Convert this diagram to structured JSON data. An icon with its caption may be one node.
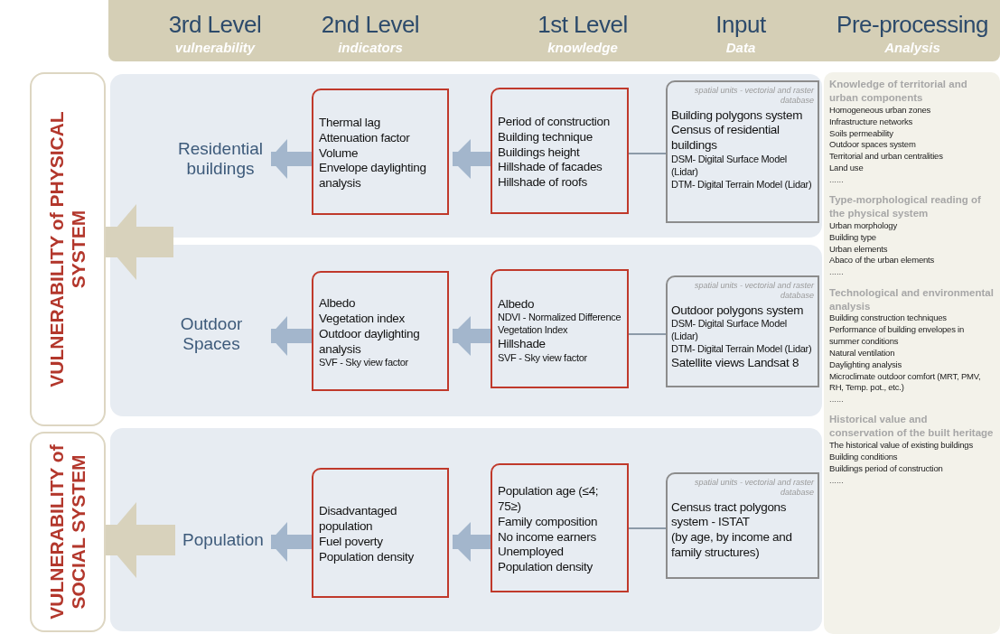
{
  "diagram": {
    "nodes": [
      {
        "text": [
          "VULNERABILITY of PHYSICAL SYSTEM"
        ]
      },
      {
        "text": [
          "VULNERABILITY of SOCIAL SYSTEM"
        ]
      },
      {
        "text": [],
        "shape": "box"
      },
      {
        "text": [],
        "shape": "box"
      },
      {
        "text": [],
        "shape": "box"
      },
      {
        "text": [
          "Residential buildings"
        ],
        "in": 2
      },
      {
        "text": [
          "Thermal lag",
          "Attenuation factor",
          "Volume",
          "Envelope daylighting analysis"
        ],
        "in": 2
      },
      {
        "text": [
          "Period of construction",
          "Building technique",
          "Buildings height",
          "Hillshade of facades",
          "Hillshade of roofs"
        ],
        "in": 2
      },
      {
        "text": [
          "spatial units - vectorial and raster database",
          "Building polygons system",
          "Census of residential buildings",
          "DSM- Digital Surface Model (Lidar)",
          "DTM- Digital Terrain Model (Lidar)"
        ],
        "in": 2
      },
      {
        "text": [
          "Outdoor Spaces"
        ],
        "in": 3
      },
      {
        "text": [
          "Albedo",
          "Vegetation index",
          "Outdoor daylighting analysis",
          "SVF - Sky view factor"
        ],
        "in": 3
      },
      {
        "text": [
          "Albedo",
          "NDVI - Normalized Difference Vegetation Index",
          "Hillshade",
          "SVF - Sky view factor"
        ],
        "in": 3
      },
      {
        "text": [
          "spatial units - vectorial and raster database",
          "Outdoor polygons system",
          "DSM- Digital Surface Model (Lidar)",
          "DTM- Digital Terrain Model (Lidar)",
          "Satellite views Landsat 8"
        ],
        "in": 3
      },
      {
        "text": [
          "Population"
        ],
        "in": 4
      },
      {
        "text": [
          "Disadvantaged population",
          "Fuel poverty",
          "Population density"
        ],
        "in": 4
      },
      {
        "text": [
          "Population age (≤4; 75≥)",
          "Family composition",
          "No income earners",
          "Unemployed",
          "Population density"
        ],
        "in": 4
      },
      {
        "text": [
          "spatial units - vectorial and raster database",
          "Census tract polygons system - ISTAT",
          "(by age, by income and family structures)"
        ],
        "in": 4
      },
      {
        "text": [
          "Knowledge of territorial and urban components",
          "Homogeneous urban zones",
          "Infrastructure networks",
          "Soils permeability",
          "Outdoor spaces system",
          "Territorial and urban centralities",
          "Land use",
          "......",
          "Type-morphological reading of the physical system",
          "Urban morphology",
          "Building type",
          "Urban elements",
          "Abaco of the urban elements",
          "......",
          "Technological and environmental analysis",
          "Building construction techniques",
          "Performance of building envelopes in summer conditions",
          "Natural ventilation",
          "Daylighting analysis",
          "Microclimate outdoor comfort (MRT, PMV, RH, Temp. pot., etc.)",
          "......",
          "Historical value and conservation of the built heritage",
          "The historical value of existing buildings",
          "Building conditions",
          "Buildings period of construction",
          "......"
        ]
      }
    ],
    "edges": [
      {
        "from": 6,
        "to": 5,
        "arrow": "to"
      },
      {
        "from": 7,
        "to": 6,
        "arrow": "to"
      },
      {
        "from": 8,
        "to": 7,
        "arrow": "none",
        "color": "#6e7f8f"
      },
      {
        "from": 10,
        "to": 9,
        "arrow": "to"
      },
      {
        "from": 11,
        "to": 10,
        "arrow": "to"
      },
      {
        "from": 12,
        "to": 11,
        "arrow": "none",
        "color": "#6e7f8f"
      },
      {
        "from": 14,
        "to": 13,
        "arrow": "to"
      },
      {
        "from": 15,
        "to": 14,
        "arrow": "to"
      },
      {
        "from": 16,
        "to": 15,
        "arrow": "none",
        "color": "#6e7f8f"
      },
      {
        "from": 2,
        "to": 0,
        "arrow": "to",
        "style": "thick",
        "color": "#d8d2bc"
      },
      {
        "from": 13,
        "to": 1,
        "arrow": "to",
        "style": "thick",
        "color": "#d8d2bc"
      }
    ],
    "labels": [
      "3rd Level",
      "vulnerability",
      "2nd Level",
      "indicators",
      "1st Level",
      "knowledge",
      "Input",
      "Data",
      "Pre-processing",
      "Analysis"
    ]
  }
}
